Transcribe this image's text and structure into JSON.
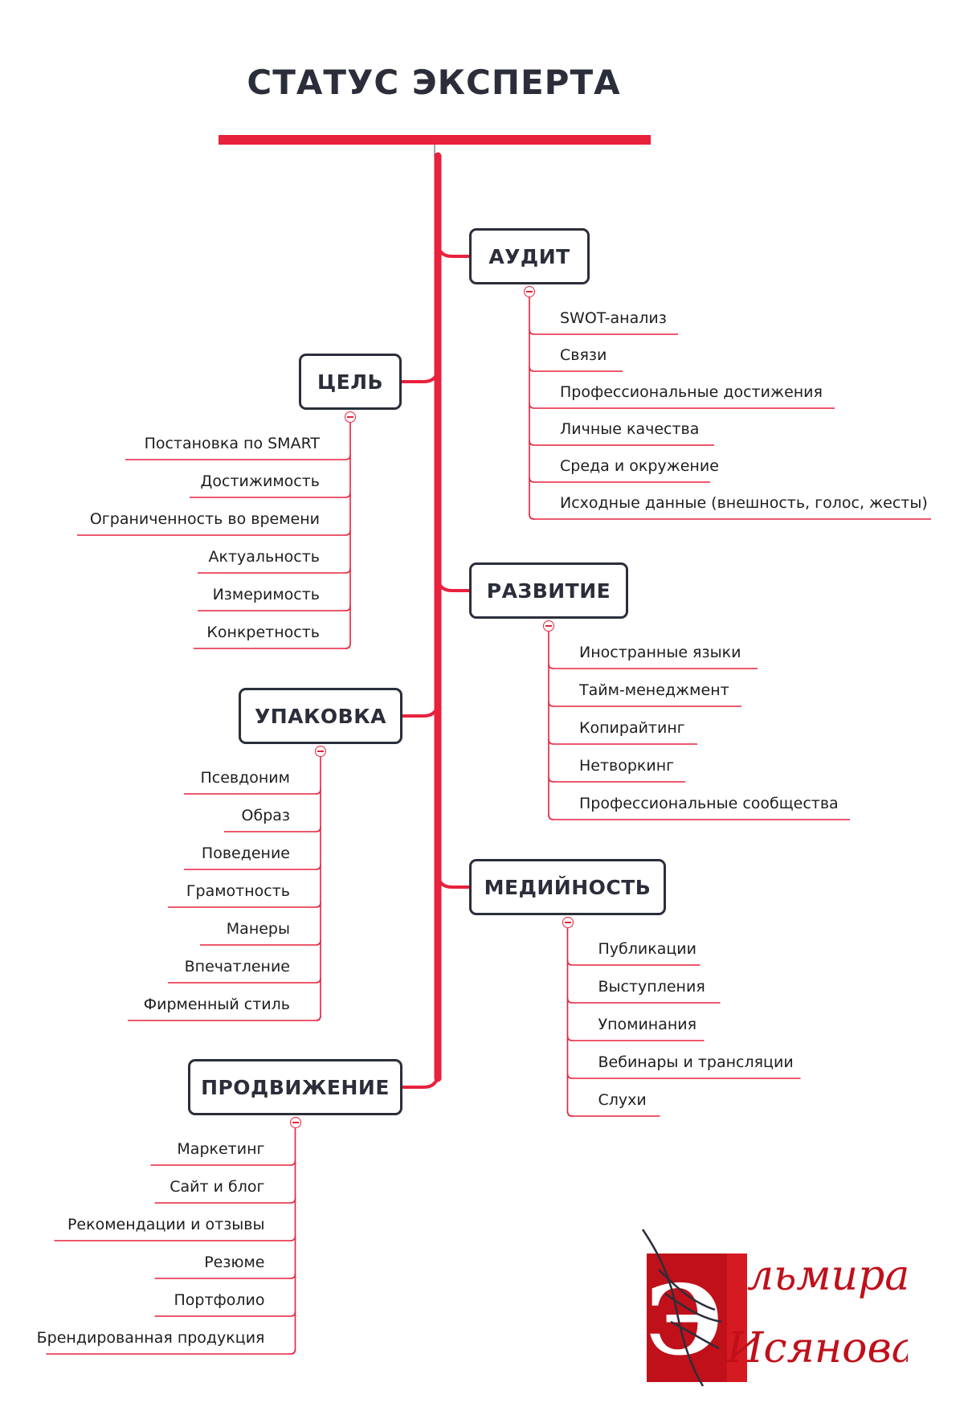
{
  "title": "СТАТУС ЭКСПЕРТА",
  "colors": {
    "accent": "#e8213d",
    "node_border": "#2b2e3a",
    "text": "#1e1e1e",
    "logo_red": "#c0101a"
  },
  "branches": [
    {
      "key": "audit",
      "label": "АУДИТ",
      "side": "right",
      "items": [
        "SWOT-анализ",
        "Связи",
        "Профессиональные достижения",
        "Личные качества",
        "Среда и окружение",
        "Исходные данные (внешность, голос, жесты)"
      ]
    },
    {
      "key": "goal",
      "label": "ЦЕЛЬ",
      "side": "left",
      "items": [
        "Постановка по  SMART",
        "Достижимость",
        "Ограниченность во времени",
        "Актуальность",
        "Измеримость",
        "Конкретность"
      ]
    },
    {
      "key": "development",
      "label": "РАЗВИТИЕ",
      "side": "right",
      "items": [
        "Иностранные языки",
        "Тайм-менеджмент",
        "Копирайтинг",
        "Нетворкинг",
        "Профессиональные сообщества"
      ]
    },
    {
      "key": "packaging",
      "label": "УПАКОВКА",
      "side": "left",
      "items": [
        "Псевдоним",
        "Образ",
        "Поведение",
        "Грамотность",
        "Манеры",
        "Впечатление",
        "Фирменный стиль"
      ]
    },
    {
      "key": "media",
      "label": "МЕДИЙНОСТЬ",
      "side": "right",
      "items": [
        "Публикации",
        "Выступления",
        "Упоминания",
        "Вебинары и трансляции",
        "Слухи"
      ]
    },
    {
      "key": "promotion",
      "label": "ПРОДВИЖЕНИЕ",
      "side": "left",
      "items": [
        "Маркетинг",
        "Сайт и блог",
        "Рекомендации и отзывы",
        "Резюме",
        "Портфолио",
        "Брендированная продукция"
      ]
    }
  ],
  "logo": {
    "first_line": "льмира",
    "second_line": "Исянова",
    "initial": "Э",
    "description_icon": "quill-feather-icon"
  }
}
